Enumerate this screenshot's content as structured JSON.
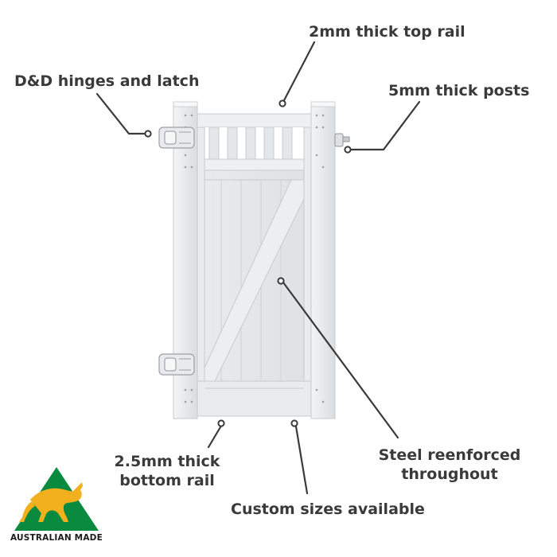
{
  "callouts": {
    "top_rail": "2mm thick top rail",
    "hinges": "D&D hinges and latch",
    "posts": "5mm thick posts",
    "bottom_rail_line1": "2.5mm thick",
    "bottom_rail_line2": "bottom rail",
    "steel_line1": "Steel reenforced",
    "steel_line2": "throughout",
    "custom_sizes": "Custom sizes available"
  },
  "logo": {
    "text": "AUSTRALIAN MADE",
    "green": "#0a8a3f",
    "gold": "#f2b01e"
  },
  "colors": {
    "text": "#3a3a3a",
    "leader": "#3a3a3a",
    "gate_light": "#eef0f1",
    "gate_mid": "#dfe2e4",
    "gate_shadow": "#c7cbce"
  },
  "icons": [
    "hinge-icon",
    "latch-icon",
    "kangaroo-icon"
  ]
}
